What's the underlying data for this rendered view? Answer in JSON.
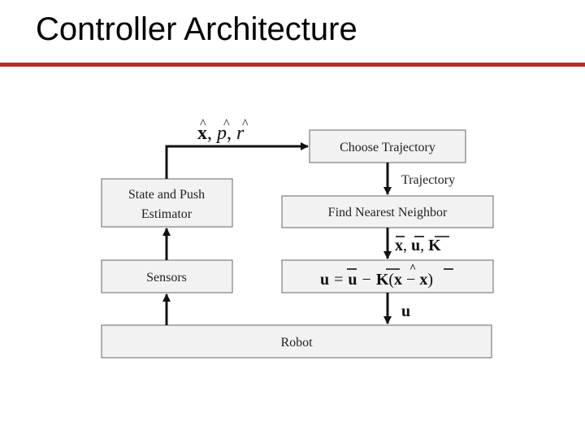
{
  "slide": {
    "title": "Controller Architecture",
    "accent_color": "#c0292b"
  },
  "diagram": {
    "boxes": {
      "choose_trajectory": "Choose Trajectory",
      "state_estimator_line1": "State and Push",
      "state_estimator_line2": "Estimator",
      "find_nearest_neighbor": "Find Nearest Neighbor",
      "sensors": "Sensors",
      "robot": "Robot"
    },
    "signals": {
      "trajectory": "Trajectory",
      "control_output": "u"
    },
    "box_fill": "#f2f2f2",
    "box_border": "#666666",
    "arrow_color": "#111111"
  }
}
